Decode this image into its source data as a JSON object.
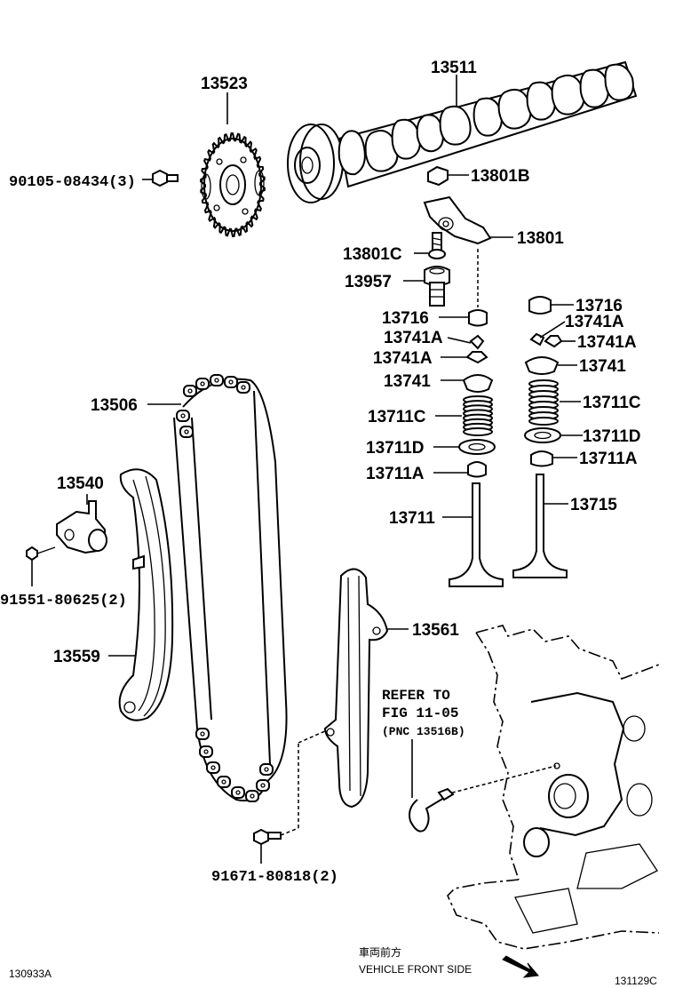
{
  "parts": {
    "camshaft": "13511",
    "cam_sprocket": "13523",
    "sprocket_bolt": "90105-08434(3)",
    "nut": "13801B",
    "rocker_arm": "13801",
    "rocker_bolt": "13801C",
    "lash_adjuster": "13957",
    "keeper_left": "13716",
    "keeper_right": "13716",
    "lock_a_left_1": "13741A",
    "lock_a_left_2": "13741A",
    "lock_a_right_1": "13741A",
    "lock_a_right_2": "13741A",
    "retainer_left": "13741",
    "retainer_right": "13741",
    "spring_left": "13711C",
    "spring_right": "13711C",
    "spring_seat_left": "13711D",
    "spring_seat_right": "13711D",
    "valve_seal_left": "13711A",
    "valve_seal_right": "13711A",
    "intake_valve": "13711",
    "exhaust_valve": "13715",
    "timing_chain": "13506",
    "chain_tensioner": "13540",
    "tensioner_bolt": "91551-80625(2)",
    "tensioner_slipper": "13559",
    "chain_guide": "13561",
    "guide_bolt": "91671-80818(2)"
  },
  "refer_note": {
    "line1": "REFER TO",
    "line2": "FIG 11-05",
    "line3": "(PNC 13516B)"
  },
  "direction": {
    "japanese": "車両前方",
    "english": "VEHICLE FRONT SIDE"
  },
  "codes": {
    "left": "130933A",
    "right": "131129C"
  }
}
